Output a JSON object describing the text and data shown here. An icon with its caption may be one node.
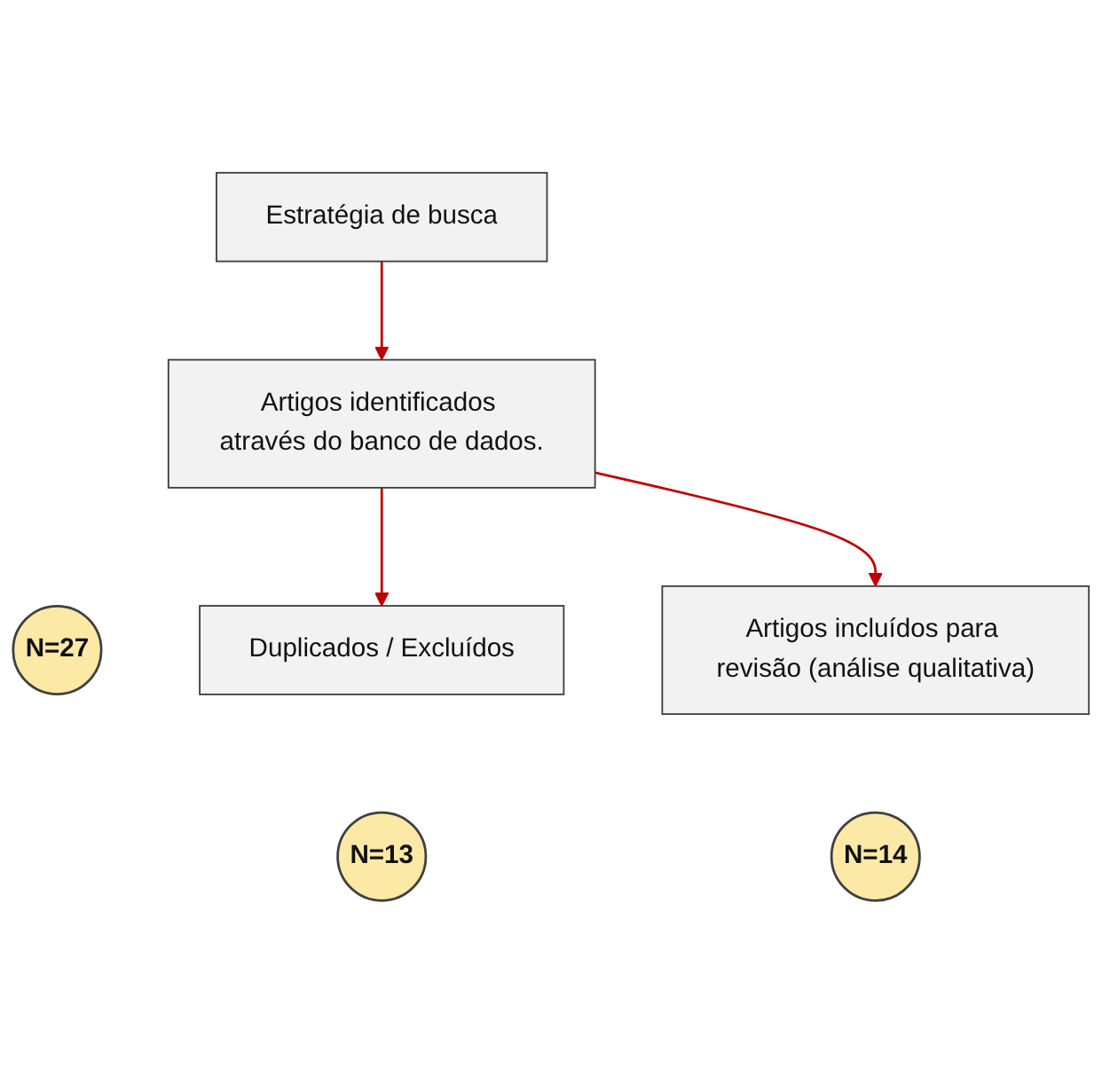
{
  "diagram": {
    "nodes": [
      {
        "text": [
          "Estratégia de busca"
        ]
      },
      {
        "text": [
          "Artigos identificados através do banco de dados."
        ]
      },
      {
        "text": [
          "N=27"
        ]
      },
      {
        "text": [
          "Duplicados / Excluídos"
        ]
      },
      {
        "text": [
          "N=13"
        ]
      },
      {
        "text": [
          "Artigos incluídos para revisão (análise qualitativa)"
        ]
      },
      {
        "text": [
          "N=14"
        ]
      }
    ],
    "edges": [
      {
        "from": 0,
        "to": 1,
        "arrow": "to"
      },
      {
        "from": 1,
        "to": 3,
        "arrow": "to"
      },
      {
        "from": 1,
        "to": 5,
        "arrow": "to"
      }
    ]
  }
}
